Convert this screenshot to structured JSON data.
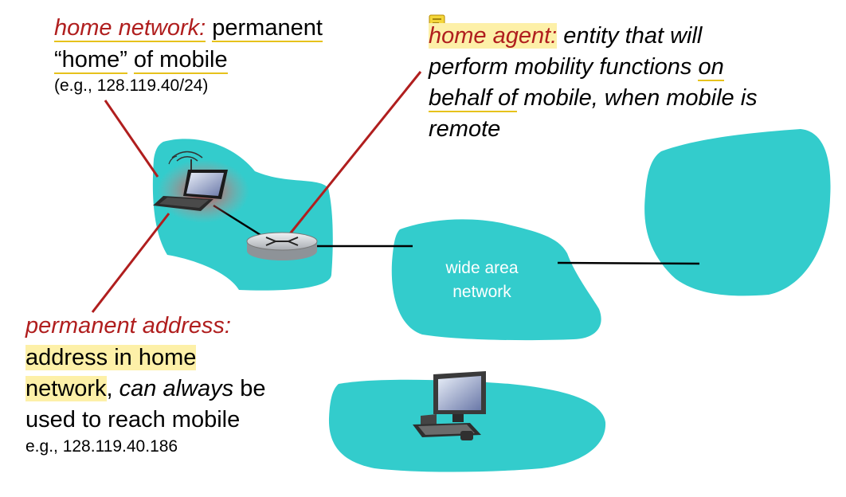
{
  "home_network_note": {
    "label": "home network:",
    "text1": "permanent",
    "text2a": "“home”",
    "text2b": "of mobile",
    "example": "(e.g., 128.119.40/24)"
  },
  "home_agent_note": {
    "label": "home agent:",
    "line1_rest": "entity that will",
    "line2a": "perform mobility functions",
    "line2b": "on",
    "line3a": "behalf of",
    "line3b": "mobile, when mobile is",
    "line4": "remote"
  },
  "permanent_address_note": {
    "label": "permanent address:",
    "line1": "address in home",
    "line2a": "network",
    "line2b": ",",
    "line2c": "can always",
    "line2d": "be",
    "line3": "used to reach mobile",
    "example": "e.g., 128.119.40.186"
  },
  "wide_area_network": {
    "line1": "wide area",
    "line2": "network"
  },
  "colors": {
    "network_fill": "#33cccc",
    "callout_line": "#b01e1e",
    "highlight": "#fdf0a8",
    "underline": "#e6c21c"
  },
  "icons": [
    "laptop-icon",
    "router-icon",
    "desktop-computer-icon",
    "comment-icon"
  ]
}
